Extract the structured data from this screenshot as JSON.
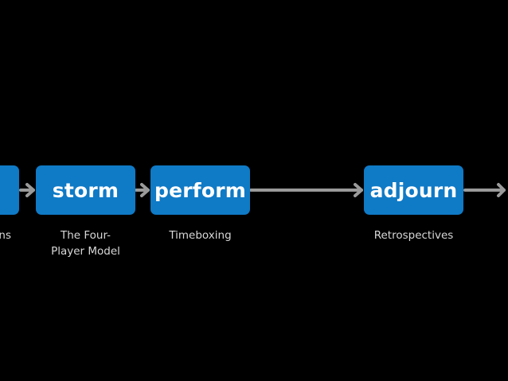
{
  "diagram": {
    "stages": [
      {
        "label": "",
        "caption": "ns"
      },
      {
        "label": "storm",
        "caption": "The Four-\nPlayer Model"
      },
      {
        "label": "perform",
        "caption": "Timeboxing"
      },
      {
        "label": "adjourn",
        "caption": "Retrospectives"
      }
    ]
  },
  "colors": {
    "background": "#000000",
    "box": "#0f7ac6",
    "box_text": "#ffffff",
    "arrow": "#9a9a9a",
    "caption": "#d8d8d8"
  }
}
